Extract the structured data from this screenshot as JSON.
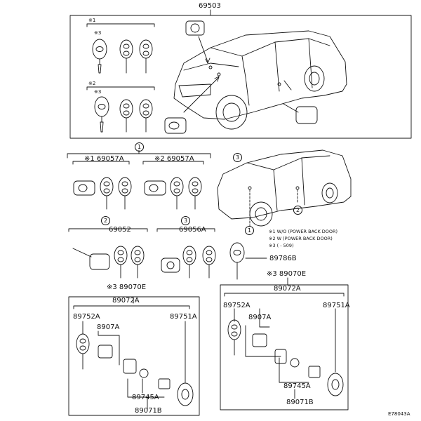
{
  "title_part": "69503",
  "top_box": {
    "note1": "※1",
    "note2": "※2",
    "note3a": "※3",
    "note3b": "※3"
  },
  "group_marks": {
    "g1": "1",
    "g2": "2",
    "g3": "3"
  },
  "callouts": {
    "c1": "1",
    "c2": "2",
    "c3": "3"
  },
  "parts": {
    "p69057A_left": "※1 69057A",
    "p69057A_right": "※2 69057A",
    "p69052": "69052",
    "p69056A": "69056A",
    "p89786B": "89786B",
    "p89070E_left": "※3 89070E",
    "p89072A_left": "89072A",
    "p89752A_left": "89752A",
    "p8907A_left": "8907A",
    "p89751A_left": "89751A",
    "p89745A_left": "89745A",
    "p89071B_left": "89071B",
    "p89070E_right": "※3 89070E",
    "p89072A_right": "89072A",
    "p89752A_right": "89752A",
    "p8907A_right": "8907A",
    "p89751A_right": "89751A",
    "p89745A_right": "89745A",
    "p89071B_right": "89071B"
  },
  "legend": {
    "l1": "※1 W/O (POWER BACK DOOR)",
    "l2": "※2 W (POWER BACK DOOR)",
    "l3": "※3 (      - 509)"
  },
  "figure_code": "E78043A"
}
